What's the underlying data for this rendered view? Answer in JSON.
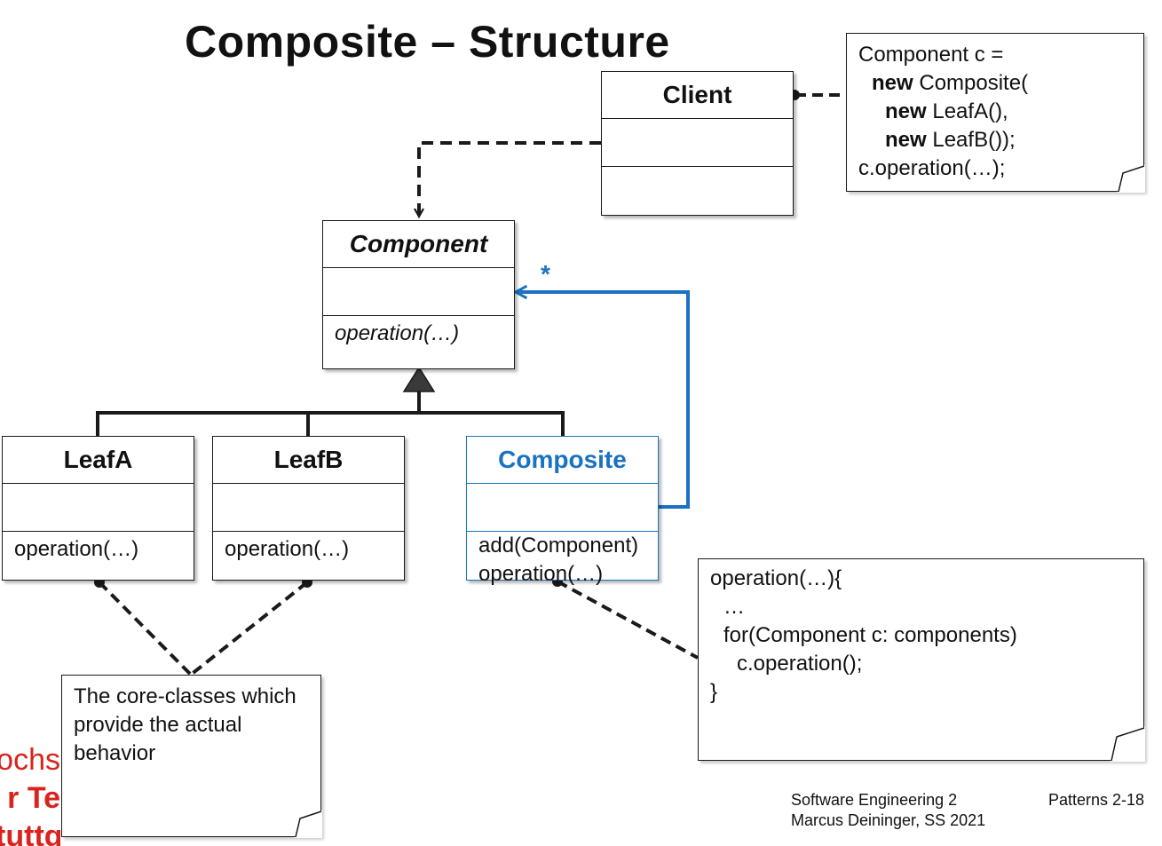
{
  "title": "Composite – Structure",
  "classes": {
    "client": {
      "name": "Client"
    },
    "component": {
      "name": "Component",
      "operation": "operation(…)"
    },
    "leafA": {
      "name": "LeafA",
      "operation": "operation(…)"
    },
    "leafB": {
      "name": "LeafB",
      "operation": "operation(…)"
    },
    "composite": {
      "name": "Composite",
      "add": "add(Component)",
      "operation": "operation(…)"
    }
  },
  "multiplicity": "*",
  "notes": {
    "client_code": {
      "l1": "Component c =",
      "l2_kw": "new",
      "l2_rest": " Composite(",
      "l3_kw": "new",
      "l3_rest": " LeafA(),",
      "l4_kw": "new",
      "l4_rest": " LeafB());",
      "l5": "c.operation(…);"
    },
    "leaves": {
      "l1": "The core-classes which",
      "l2": "provide the actual",
      "l3": "behavior"
    },
    "composite_code": {
      "l1": "operation(…){",
      "l2": "…",
      "l3": "for(Component c: components)",
      "l4": "c.operation();",
      "l5": "}"
    }
  },
  "logo": {
    "l1": "ochs",
    "l2": "r Te",
    "l3": "tuttgart"
  },
  "footer": {
    "course": "Software Engineering 2",
    "author": "Marcus Deininger, SS 2021",
    "page": "Patterns 2-18"
  },
  "colors": {
    "accent_blue": "#1a72c3",
    "logo_red": "#d9231e",
    "line": "#1a1a1a"
  }
}
